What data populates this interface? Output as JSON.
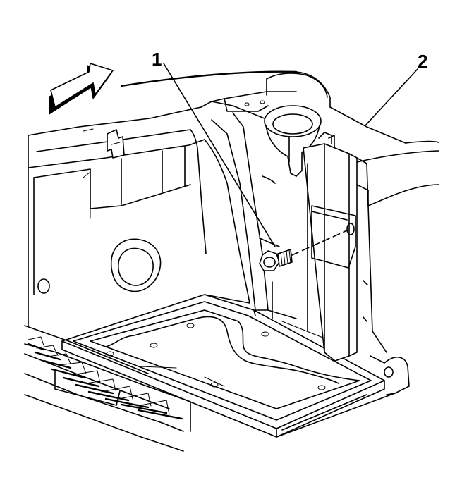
{
  "diagram": {
    "callouts": [
      {
        "id": "1",
        "label": "1"
      },
      {
        "id": "2",
        "label": "2"
      }
    ],
    "colors": {
      "line": "#000000",
      "background": "#ffffff",
      "arrow": "#000000"
    }
  }
}
